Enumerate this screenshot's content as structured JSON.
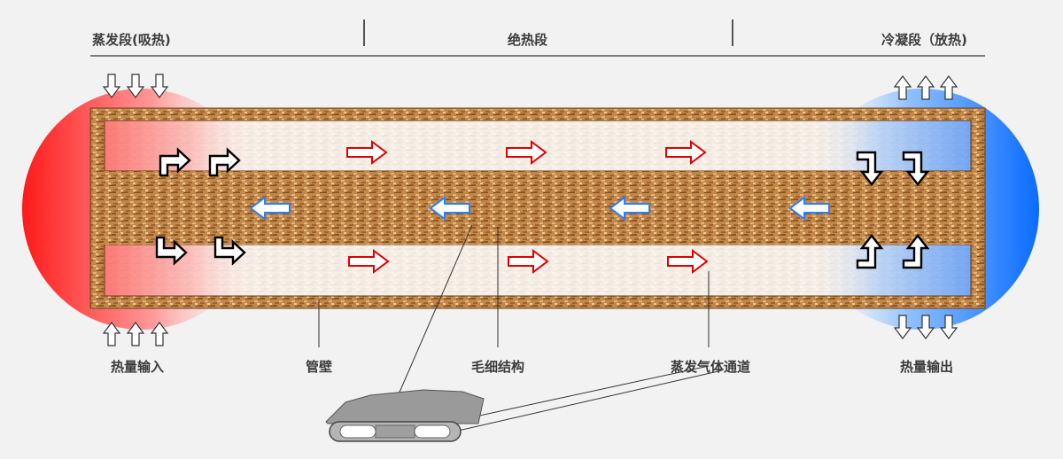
{
  "sections": {
    "evaporator": "蒸发段(吸热)",
    "adiabatic": "绝热段",
    "condenser": "冷凝段（放热)"
  },
  "labels": {
    "heat_in": "热量输入",
    "pipe_wall": "管壁",
    "wick": "毛细结构",
    "vapor_channel": "蒸发气体通道",
    "heat_out": "热量输出"
  },
  "colors": {
    "hot": "#ff1a1a",
    "cold": "#0a72ff",
    "vapor_arrow": "#e00000",
    "liquid_arrow": "#2a7fff",
    "copper": "#b97a3e"
  }
}
